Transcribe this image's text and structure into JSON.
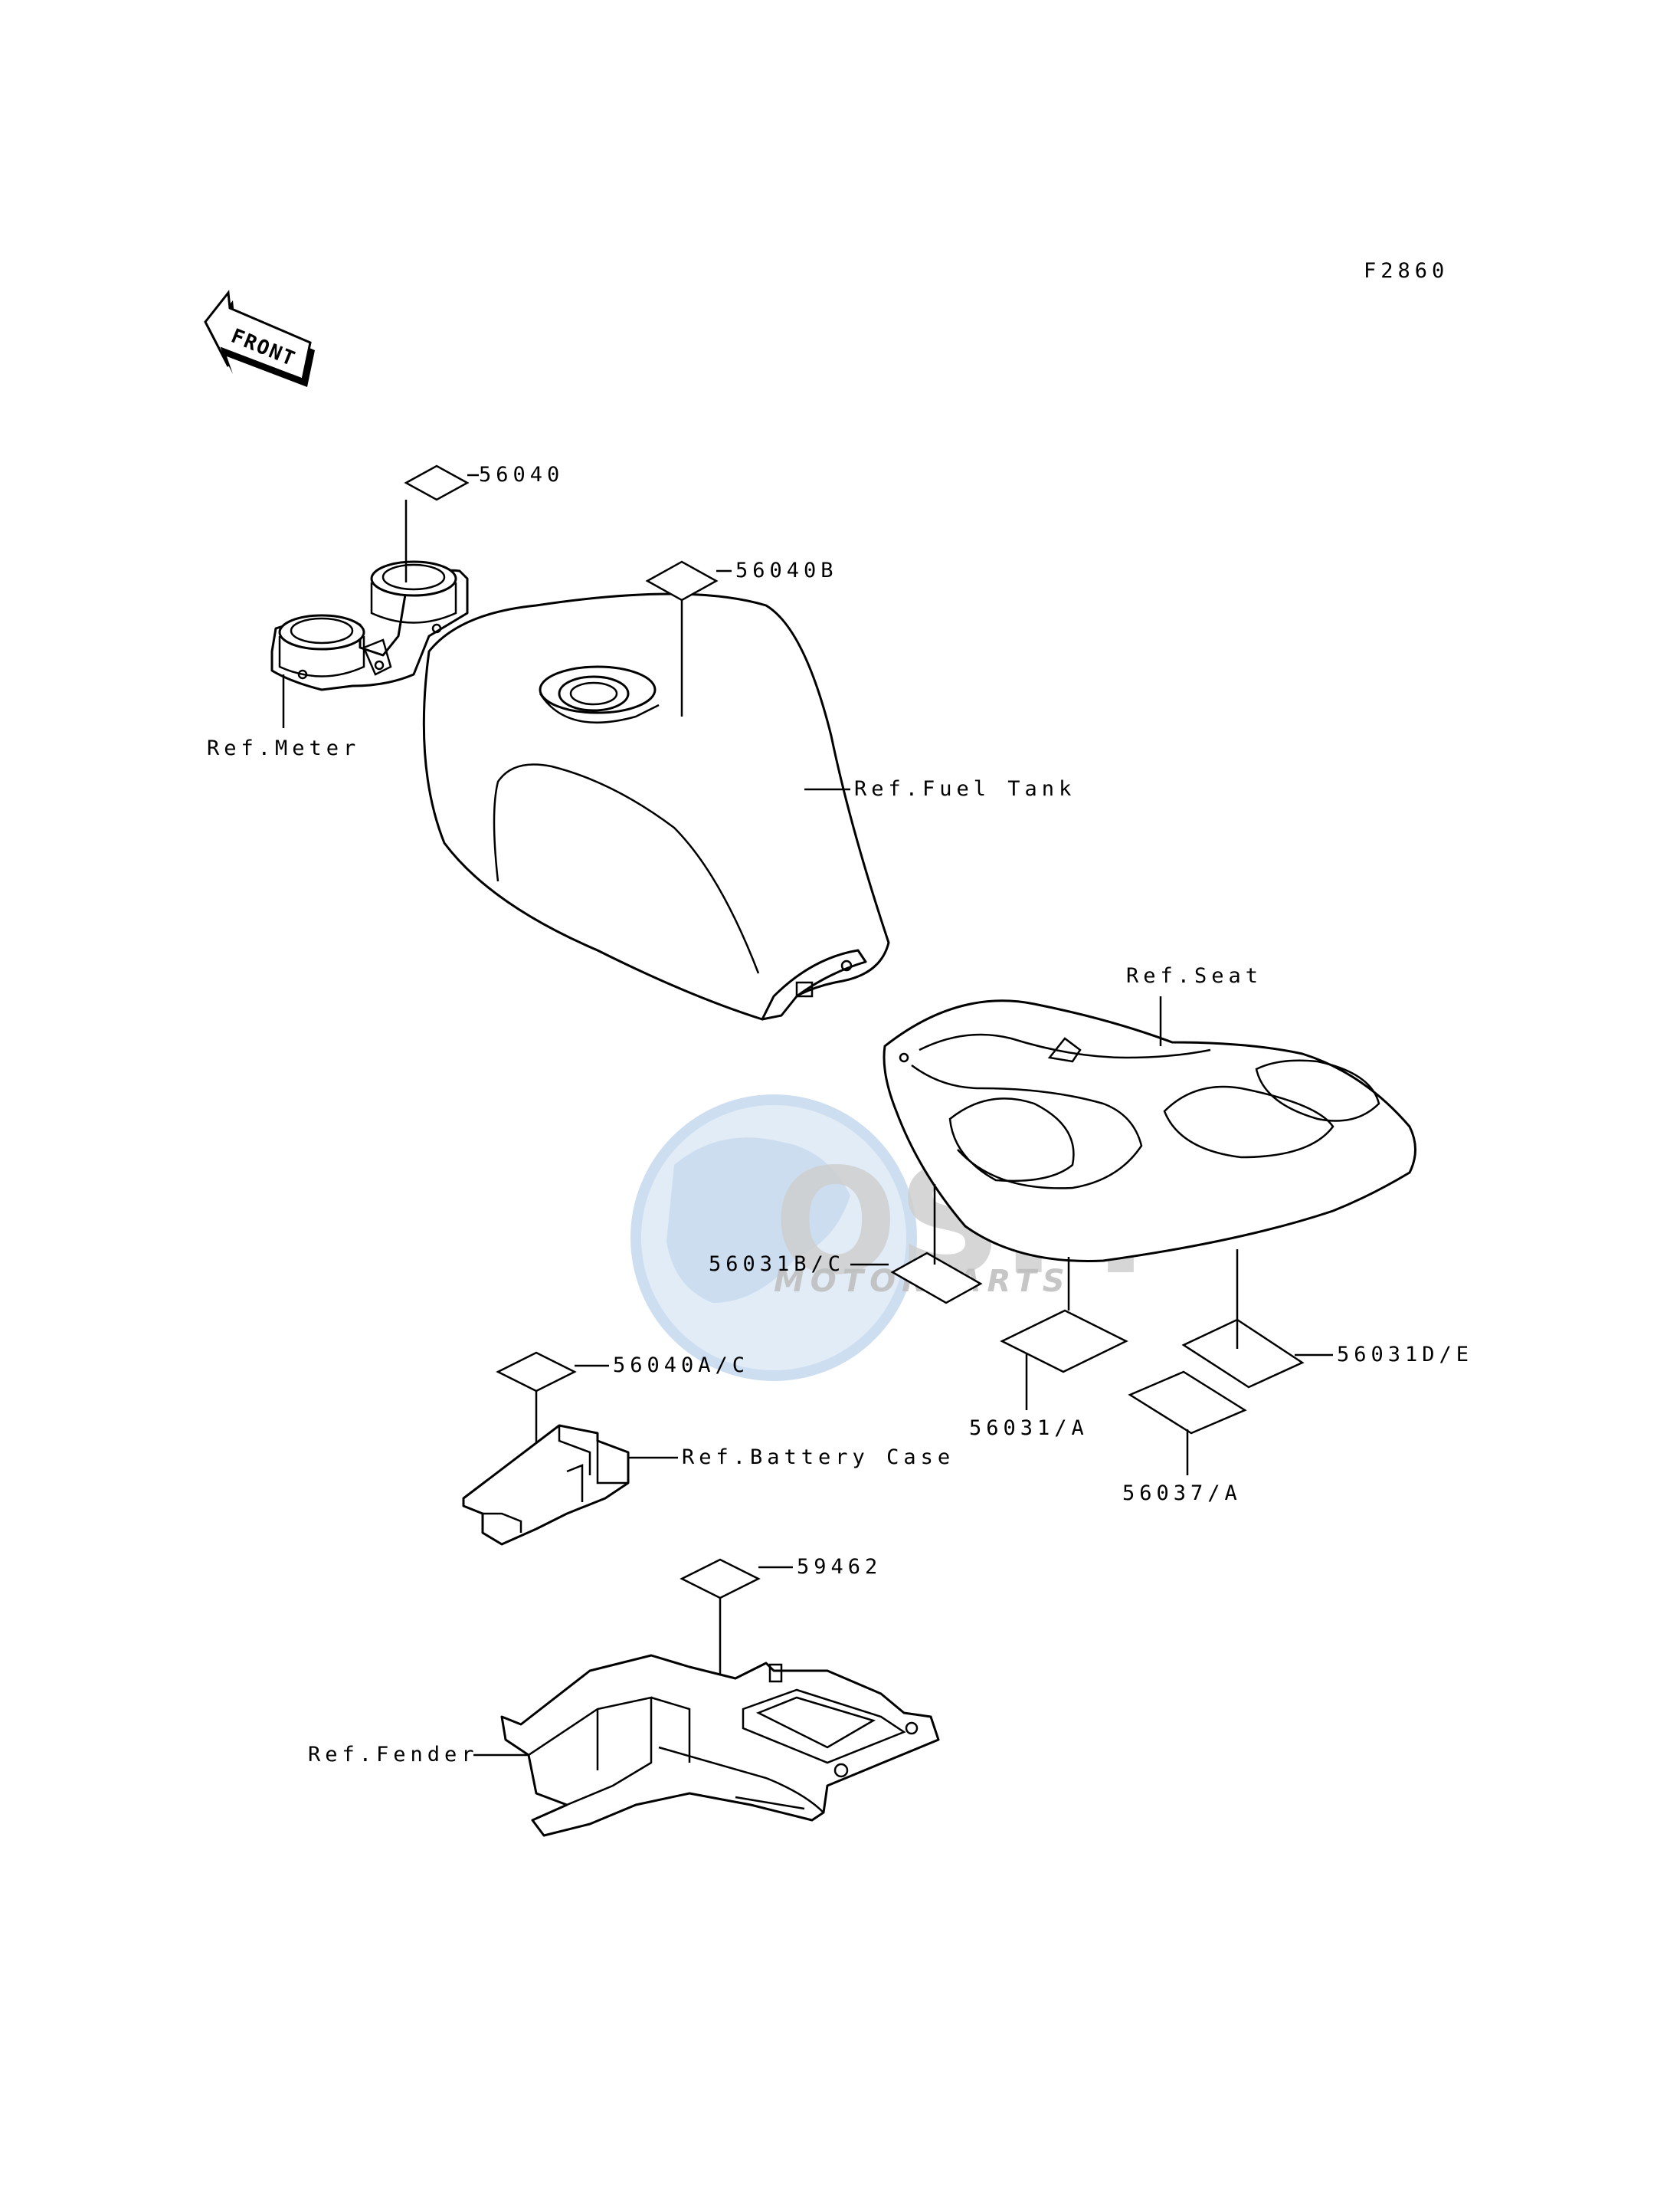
{
  "figure_code": "F2860",
  "front_arrow": {
    "text": "FRONT",
    "icon": "front-direction-arrow-icon"
  },
  "watermark": {
    "brand": "OSM",
    "sub": "MOTORPARTS",
    "colors": {
      "globe": "#c9dcf0",
      "brand": "#d2d2d2"
    }
  },
  "references": {
    "meter": "Ref.Meter",
    "fuel_tank": "Ref.Fuel Tank",
    "seat": "Ref.Seat",
    "battery_case": "Ref.Battery Case",
    "fender": "Ref.Fender"
  },
  "part_numbers": {
    "p1": "56040",
    "p2": "56040B",
    "p3": "56031B/C",
    "p4": "56040A/C",
    "p5": "56031D/E",
    "p6": "56031/A",
    "p7": "56037/A",
    "p8": "59462"
  }
}
